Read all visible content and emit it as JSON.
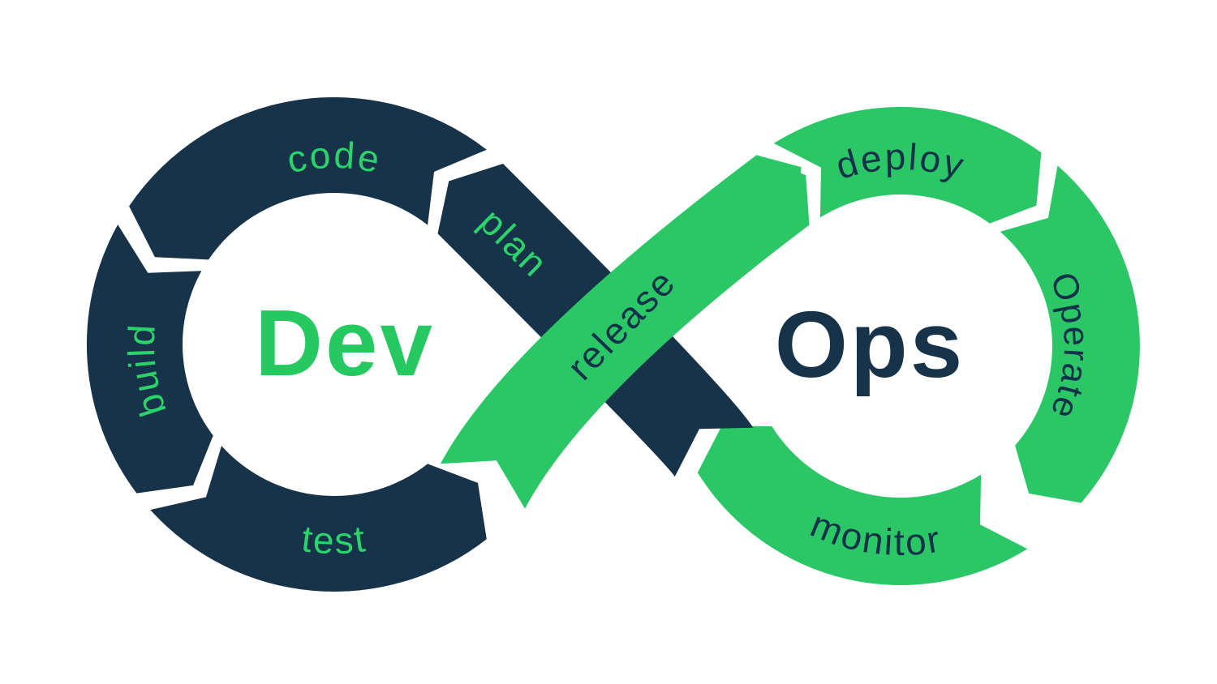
{
  "diagram": {
    "dev_loop": {
      "center_label": "Dev",
      "stages": {
        "plan": "plan",
        "code": "code",
        "build": "build",
        "test": "test"
      }
    },
    "ops_loop": {
      "center_label": "Ops",
      "stages": {
        "release": "release",
        "deploy": "deploy",
        "operate": "Operate",
        "monitor": "monitor"
      }
    },
    "colors": {
      "dev_ring": "#16334A",
      "ops_ring": "#2BC767",
      "dev_center_text": "#26C960",
      "ops_center_text": "#16334A",
      "label_on_dark": "#2BD36B",
      "label_on_green": "#123249",
      "background": "#FFFFFF"
    }
  }
}
